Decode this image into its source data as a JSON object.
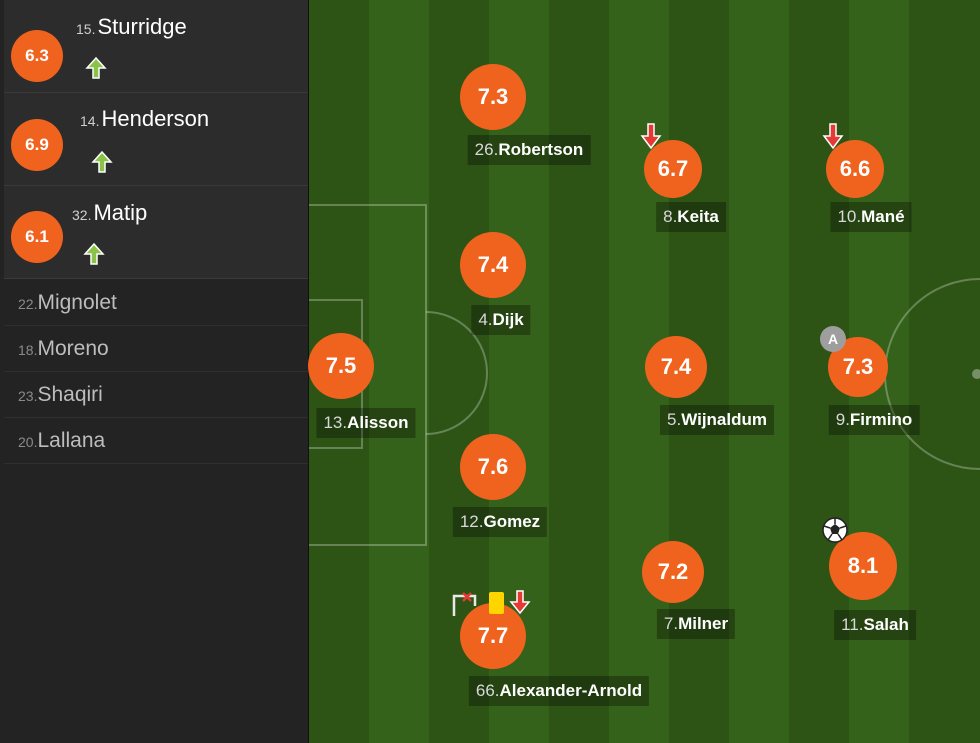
{
  "colors": {
    "rating_badge": "#f0631e",
    "sub_in_arrow": "#8bc34a",
    "sub_out_arrow": "#e53935",
    "pitch_stripe_dark": "#2d5415",
    "pitch_stripe_light": "#35621a",
    "sidebar_bg": "#232323"
  },
  "substitutes_used": [
    {
      "rating": "6.3",
      "number": "15.",
      "name": "Sturridge",
      "icon": "sub-in-arrow-icon"
    },
    {
      "rating": "6.9",
      "number": "14.",
      "name": "Henderson",
      "icon": "sub-in-arrow-icon"
    },
    {
      "rating": "6.1",
      "number": "32.",
      "name": "Matip",
      "icon": "sub-in-arrow-icon"
    }
  ],
  "bench": [
    {
      "number": "22.",
      "name": "Mignolet"
    },
    {
      "number": "18.",
      "name": "Moreno"
    },
    {
      "number": "23.",
      "name": "Shaqiri"
    },
    {
      "number": "20.",
      "name": "Lallana"
    }
  ],
  "players": [
    {
      "rating": "7.5",
      "number": "13.",
      "name": "Alisson"
    },
    {
      "rating": "7.3",
      "number": "26.",
      "name": "Robertson"
    },
    {
      "rating": "7.4",
      "number": "4.",
      "name": "Dijk"
    },
    {
      "rating": "7.6",
      "number": "12.",
      "name": "Gomez"
    },
    {
      "rating": "7.7",
      "number": "66.",
      "name": "Alexander-Arnold",
      "icons": [
        "assist-icon",
        "yellow-card-icon",
        "sub-out-arrow-icon"
      ]
    },
    {
      "rating": "6.7",
      "number": "8.",
      "name": "Keita",
      "icons": [
        "sub-out-arrow-icon"
      ]
    },
    {
      "rating": "7.4",
      "number": "5.",
      "name": "Wijnaldum"
    },
    {
      "rating": "7.2",
      "number": "7.",
      "name": "Milner"
    },
    {
      "rating": "6.6",
      "number": "10.",
      "name": "Mané",
      "icons": [
        "sub-out-arrow-icon"
      ]
    },
    {
      "rating": "7.3",
      "number": "9.",
      "name": "Firmino",
      "icons": [
        "captain-icon"
      ],
      "captain_mark": "A"
    },
    {
      "rating": "8.1",
      "number": "11.",
      "name": "Salah",
      "icons": [
        "goal-ball-icon"
      ]
    }
  ]
}
